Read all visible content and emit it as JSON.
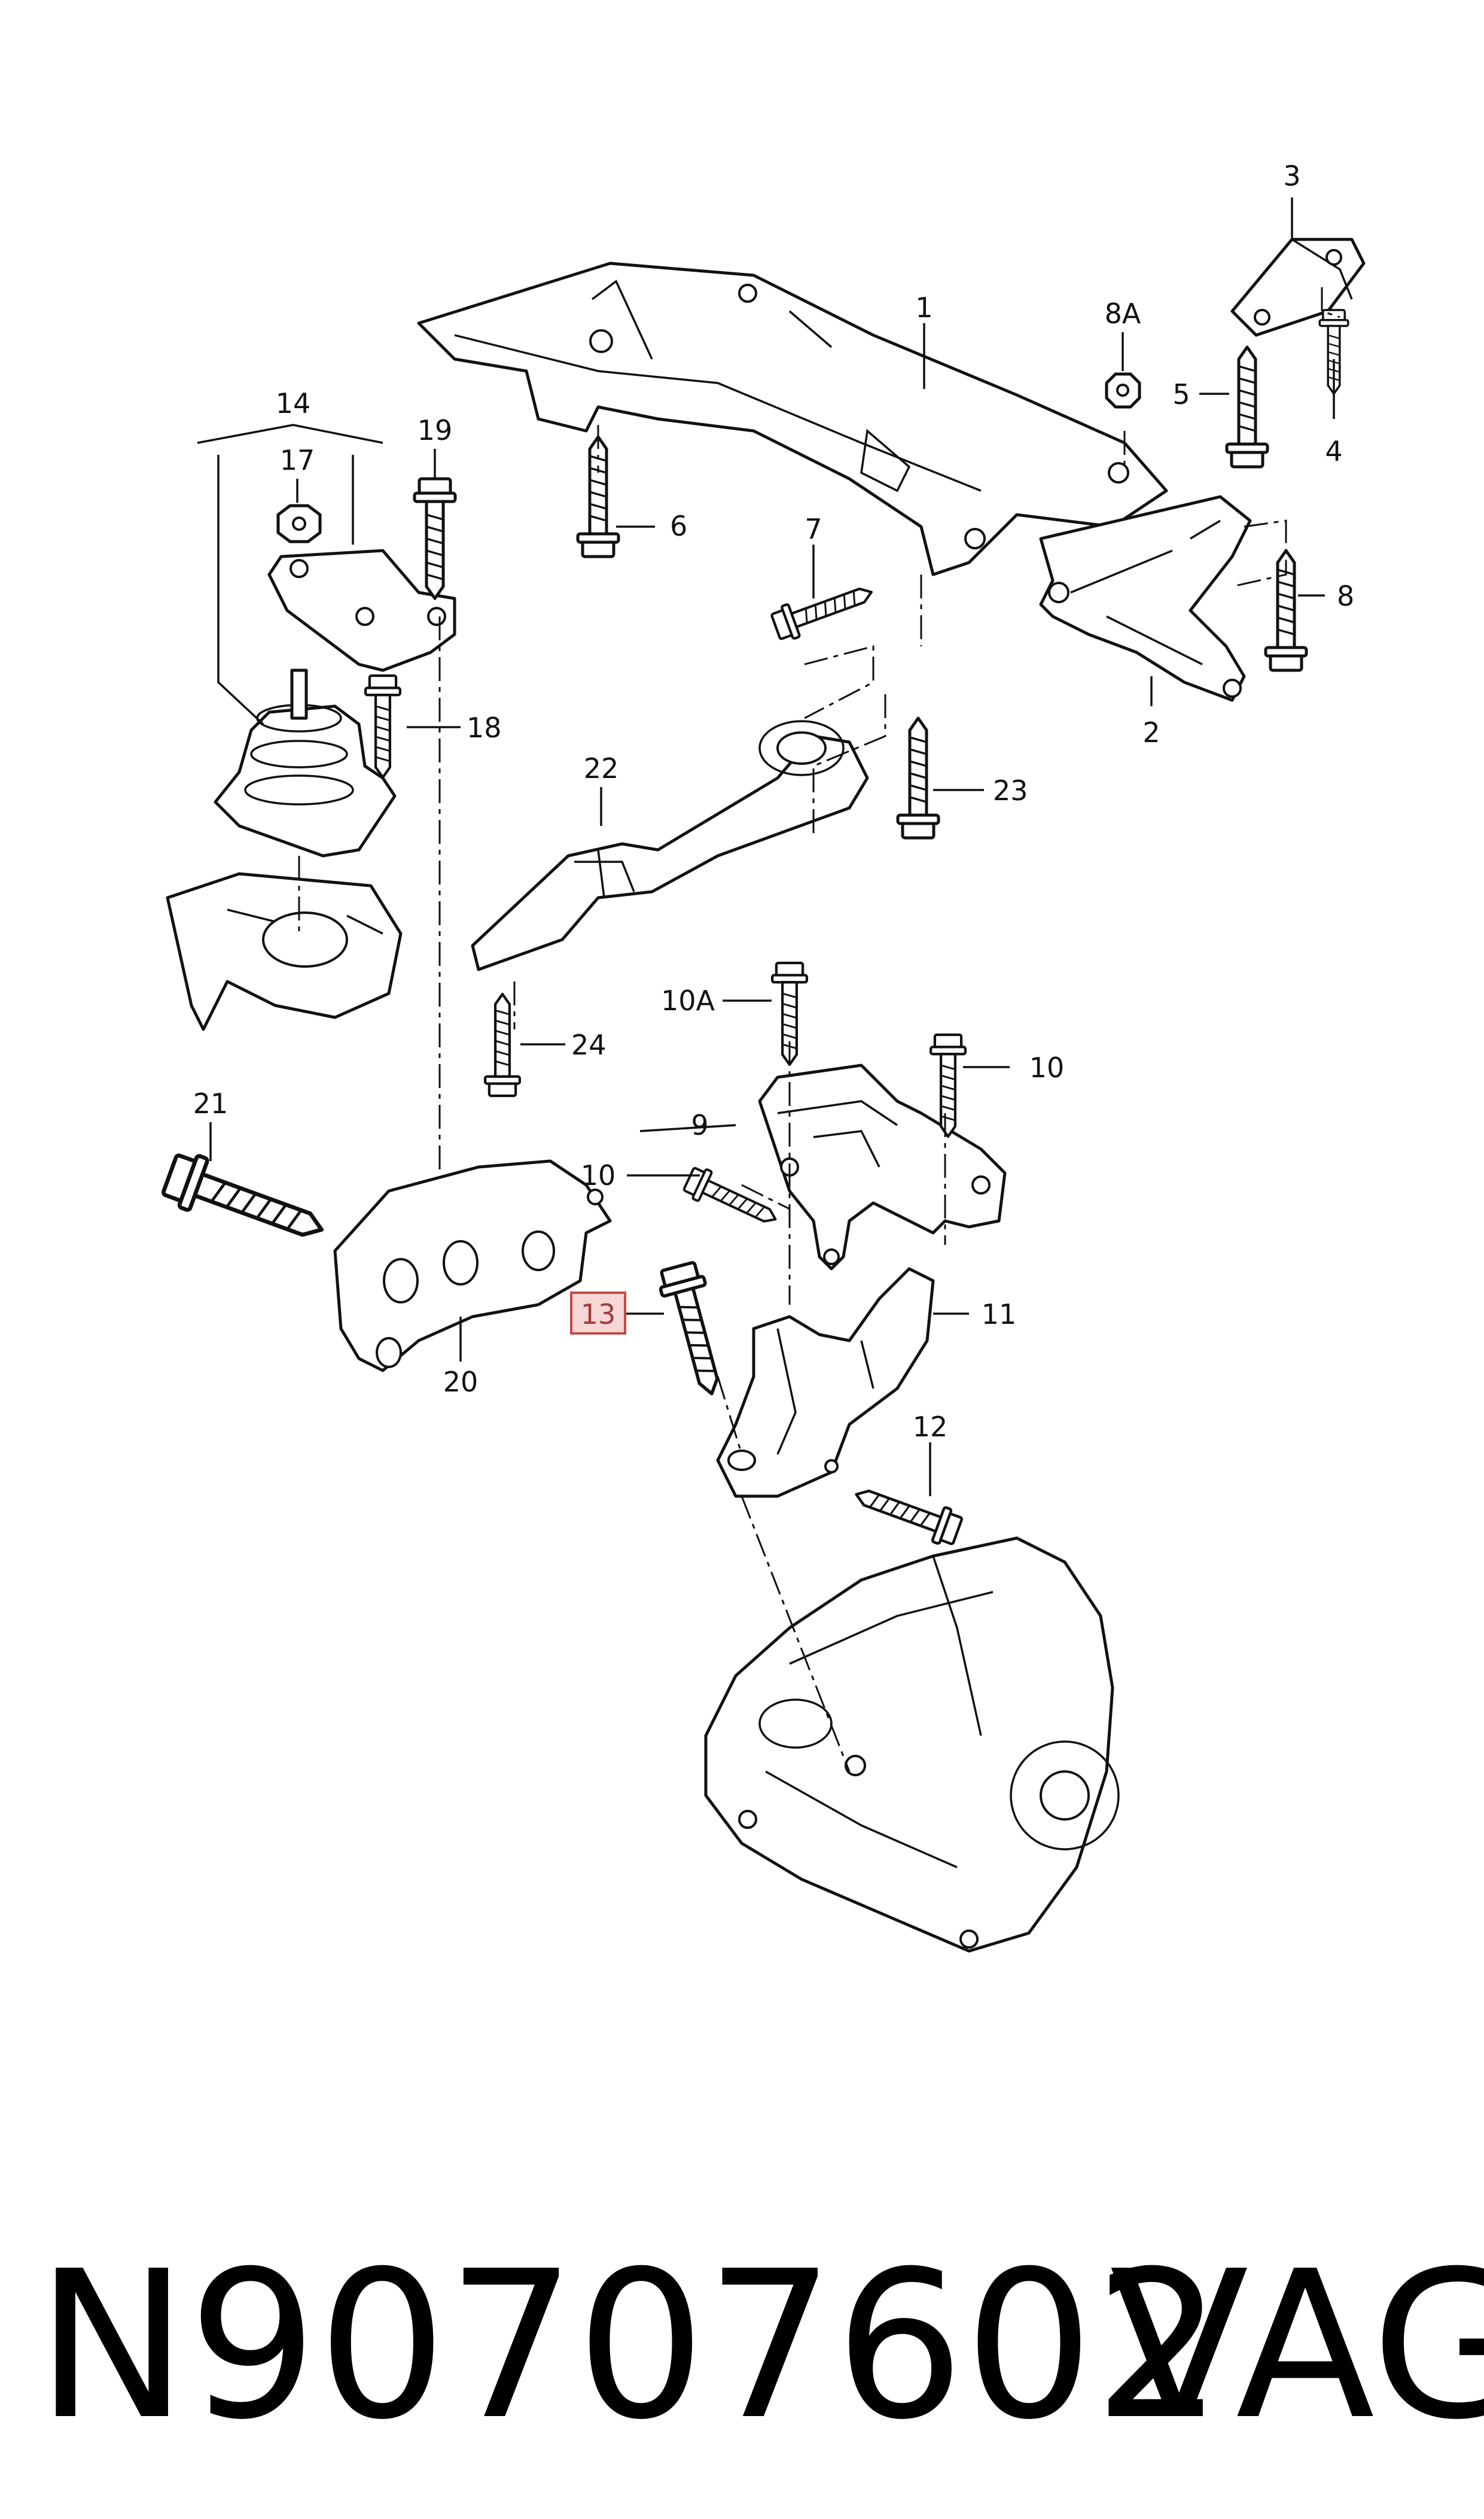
{
  "callouts": {
    "c1": "1",
    "c2": "2",
    "c3": "3",
    "c4": "4",
    "c5": "5",
    "c6": "6",
    "c7": "7",
    "c8": "8",
    "c8a": "8A",
    "c9": "9",
    "c10a": "10A",
    "c10": "10",
    "c10b": "10",
    "c11": "11",
    "c12": "12",
    "c13": "13",
    "c14": "14",
    "c17": "17",
    "c18": "18",
    "c19": "19",
    "c20": "20",
    "c21": "21",
    "c22": "22",
    "c23": "23",
    "c24": "24"
  },
  "highlighted_callout": "13",
  "highlight_color": "#f6d6d6",
  "footer": {
    "part_number": "N90707602",
    "brand": "VAG"
  }
}
